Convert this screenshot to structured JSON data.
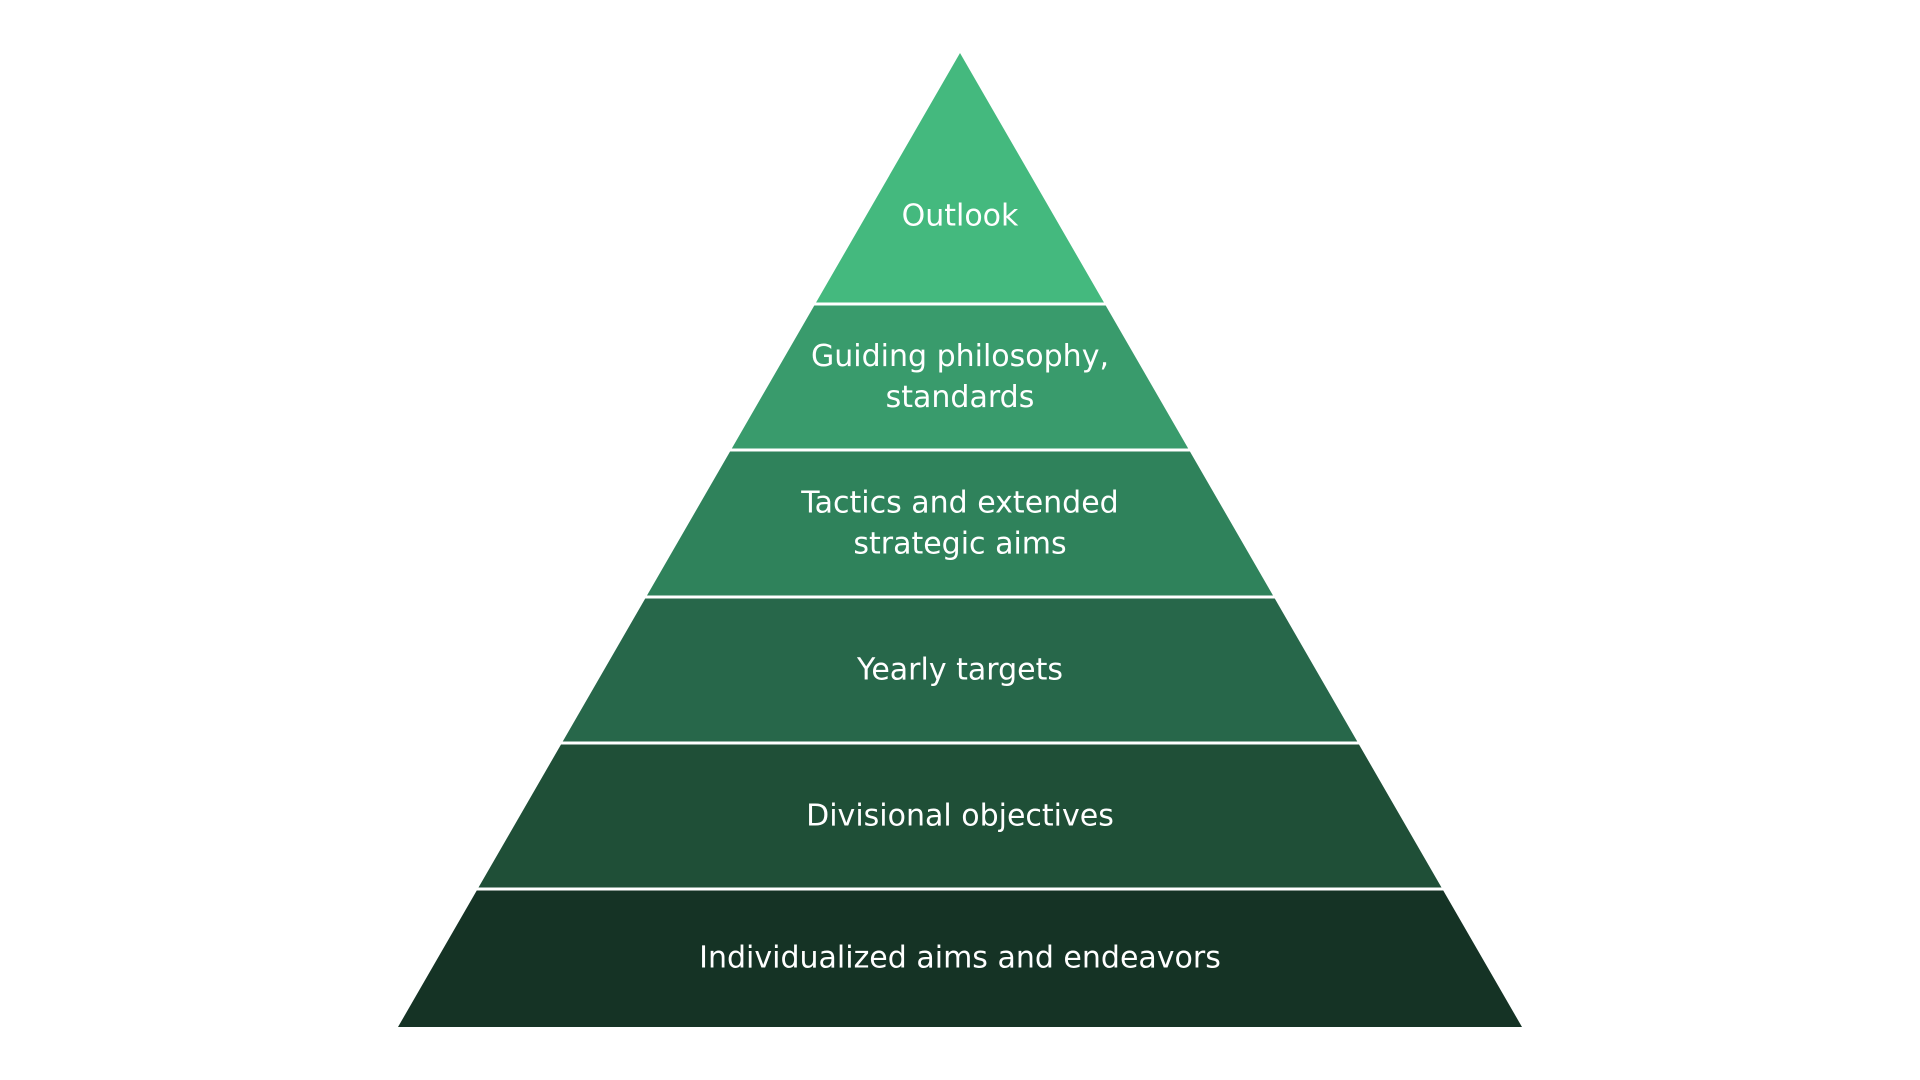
{
  "pyramid": {
    "tiers": [
      {
        "lines": [
          "Outlook"
        ],
        "color": "#44b97e"
      },
      {
        "lines": [
          "Guiding philosophy,",
          "standards"
        ],
        "color": "#399b6c"
      },
      {
        "lines": [
          "Tactics and extended",
          "strategic aims"
        ],
        "color": "#2f825b"
      },
      {
        "lines": [
          "Yearly targets"
        ],
        "color": "#27674a"
      },
      {
        "lines": [
          "Divisional objectives"
        ],
        "color": "#1f4f37"
      },
      {
        "lines": [
          "Individualized aims and endeavors"
        ],
        "color": "#153325"
      }
    ],
    "separator_color": "#ffffff"
  }
}
